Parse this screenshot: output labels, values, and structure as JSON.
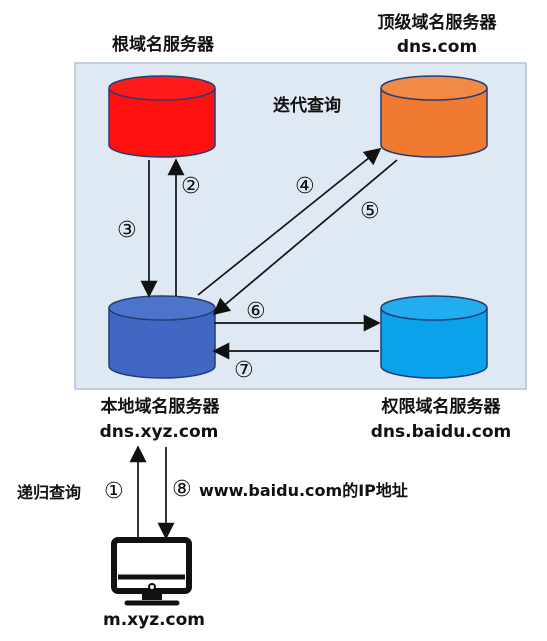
{
  "labels": {
    "root_server": "根域名服务器",
    "tld_server_title": "顶级域名服务器",
    "tld_server_domain": "dns.com",
    "iterative_query": "迭代查询",
    "local_server_title": "本地域名服务器",
    "local_server_domain": "dns.xyz.com",
    "authoritative_server_title": "权限域名服务器",
    "authoritative_server_domain": "dns.baidu.com",
    "recursive_query": "递归查询",
    "answer": "www.baidu.com的IP地址",
    "client_host": "m.xyz.com"
  },
  "steps": {
    "one": "①",
    "two": "②",
    "three": "③",
    "four": "④",
    "five": "⑤",
    "six": "⑥",
    "seven": "⑦",
    "eight": "⑧"
  },
  "colors": {
    "panel_fill": "#dfe9f4",
    "panel_stroke": "#aec3da",
    "root_db": "#ff1010",
    "tld_db": "#f07a30",
    "local_db": "#3f67c3",
    "auth_db": "#0aa2eb",
    "arrow": "#111111"
  },
  "icons": {
    "client_device": "computer-monitor-icon"
  }
}
